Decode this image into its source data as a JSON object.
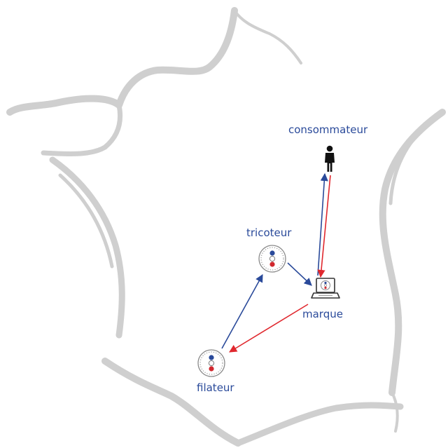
{
  "colors": {
    "map_outline": "#cfcfcf",
    "label": "#2a4a9a",
    "flow_blue": "#2a4a9a",
    "flow_red": "#e0282e",
    "dot_blue": "#2a4a9a",
    "dot_red": "#d0282e",
    "person": "#111111",
    "laptop": "#333333"
  },
  "nodes": {
    "consommateur": {
      "label": "consommateur",
      "icon": "person-icon"
    },
    "tricoteur": {
      "label": "tricoteur",
      "icon": "badge-icon"
    },
    "marque": {
      "label": "marque",
      "icon": "laptop-icon"
    },
    "filateur": {
      "label": "filateur",
      "icon": "badge-icon"
    }
  },
  "flows": [
    {
      "from": "filateur",
      "to": "tricoteur",
      "color": "flow_blue"
    },
    {
      "from": "tricoteur",
      "to": "marque",
      "color": "flow_blue"
    },
    {
      "from": "marque",
      "to": "consommateur",
      "color": "flow_blue"
    },
    {
      "from": "consommateur",
      "to": "marque",
      "color": "flow_red"
    },
    {
      "from": "marque",
      "to": "filateur",
      "color": "flow_red"
    }
  ]
}
